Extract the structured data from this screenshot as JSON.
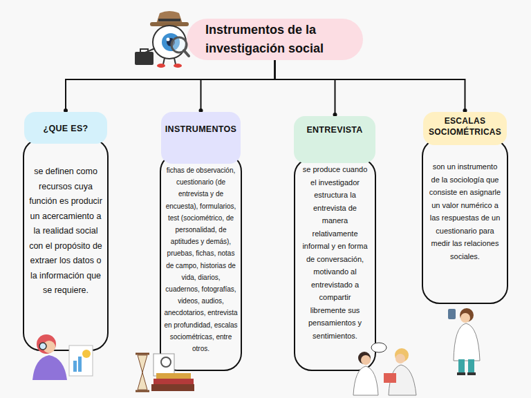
{
  "diagram": {
    "nodes": [
      {
        "text": [
          "Instrumentos de la investigación social"
        ]
      },
      {
        "text": [
          "¿QUE ES?",
          "se definen como recursos cuya función es producir un acercamiento a la realidad social con el propósito de extraer los datos o la información que se requiere."
        ]
      },
      {
        "text": [
          "INSTRUMENTOS",
          "fichas de observación, cuestionario (de entrevista y de encuesta), formularios, test (sociométrico, de personalidad, de aptitudes y demás), pruebas, fichas, notas de campo, historias de vida, diarios, cuadernos, fotografías, videos, audios, anecdotarios, entrevista en profundidad, escalas sociométricas, entre otros."
        ]
      },
      {
        "text": [
          "ENTREVISTA",
          "se produce cuando el investigador estructura la entrevista de manera relativamente informal y en forma de conversación, motivando al entrevistado a compartir libremente sus pensamientos y sentimientos."
        ]
      },
      {
        "text": [
          "ESCALAS SOCIOMÉTRICAS",
          "son un instrumento de la sociología que consiste en asignarle un valor numérico a las respuestas de un cuestionario para medir las relaciones sociales."
        ]
      }
    ],
    "edges": [
      {
        "from": 0,
        "to": 1,
        "arrow": "none"
      },
      {
        "from": 0,
        "to": 2,
        "arrow": "none"
      },
      {
        "from": 0,
        "to": 3,
        "arrow": "none"
      },
      {
        "from": 0,
        "to": 4,
        "arrow": "none"
      }
    ]
  }
}
